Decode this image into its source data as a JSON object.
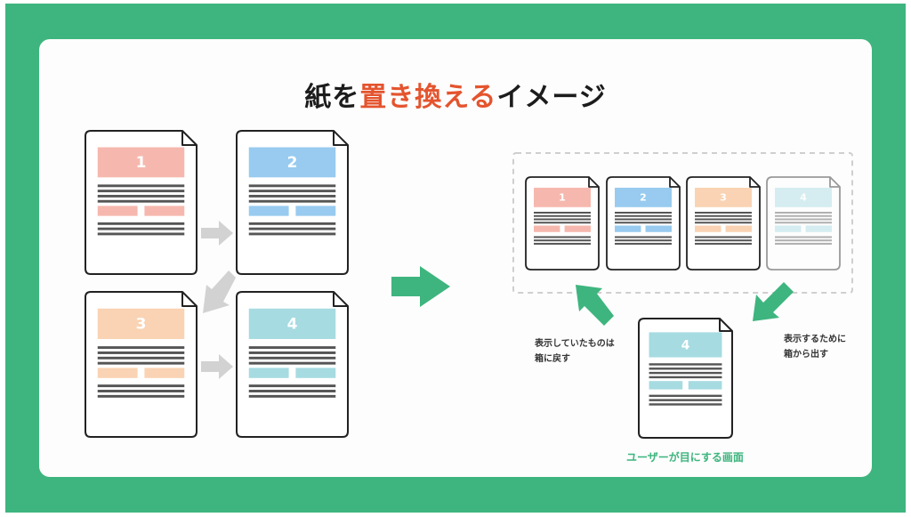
{
  "title": {
    "part1": "紙を",
    "accent": "置き換える",
    "part2": "イメージ"
  },
  "pages": [
    {
      "number": "1",
      "color": "#f6b8ae"
    },
    {
      "number": "2",
      "color": "#98cbef"
    },
    {
      "number": "3",
      "color": "#f9d3b3"
    },
    {
      "number": "4",
      "color": "#a6dbe1"
    }
  ],
  "labels": {
    "return_line1": "表示していたものは",
    "return_line2": "箱に戻す",
    "take_line1": "表示するために",
    "take_line2": "箱から出す",
    "user_view": "ユーザーが目にする画面"
  },
  "colors": {
    "background": "#3eb57e",
    "accent": "#e4542e",
    "arrow_gray": "#d2d2d2",
    "arrow_green": "#3eb57e"
  }
}
